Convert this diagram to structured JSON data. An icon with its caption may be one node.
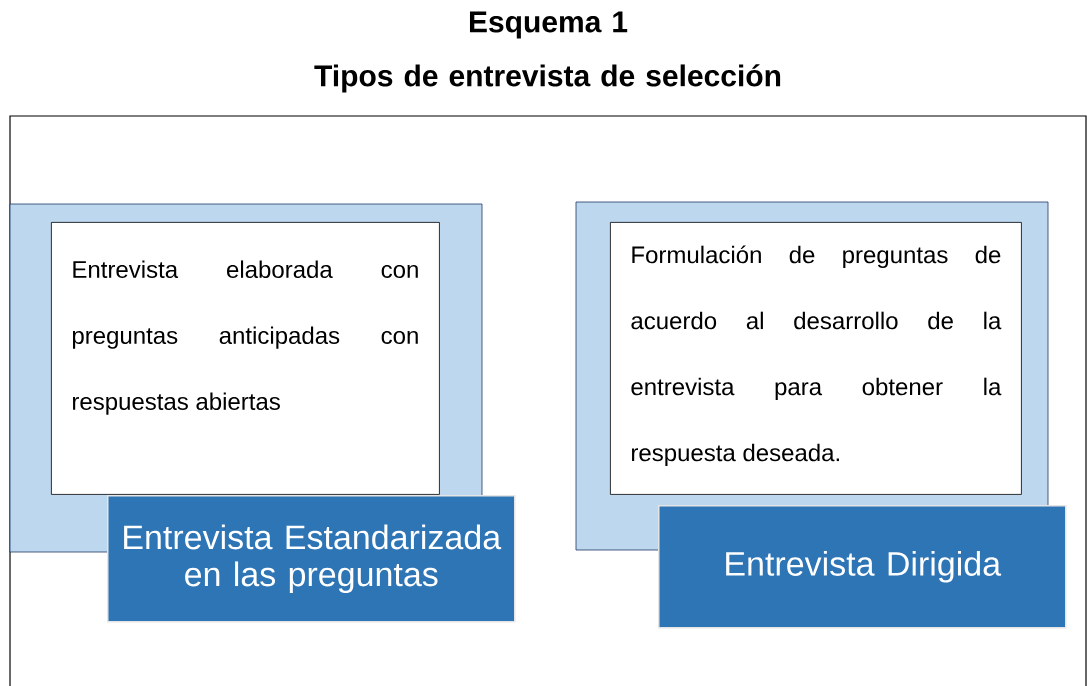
{
  "diagram": {
    "title": "Esquema 1 Tipos de entrevista de selección",
    "nodes": [
      {
        "text": [
          "Entrevista elaborada con preguntas anticipadas con respuestas abiertas"
        ]
      },
      {
        "text": [
          "Entrevista Estandarizada en las preguntas"
        ]
      },
      {
        "text": [
          "Formulación de preguntas de acuerdo al desarrollo de la entrevista para obtener la respuesta deseada."
        ]
      },
      {
        "text": [
          "Entrevista Dirigida"
        ]
      }
    ]
  }
}
